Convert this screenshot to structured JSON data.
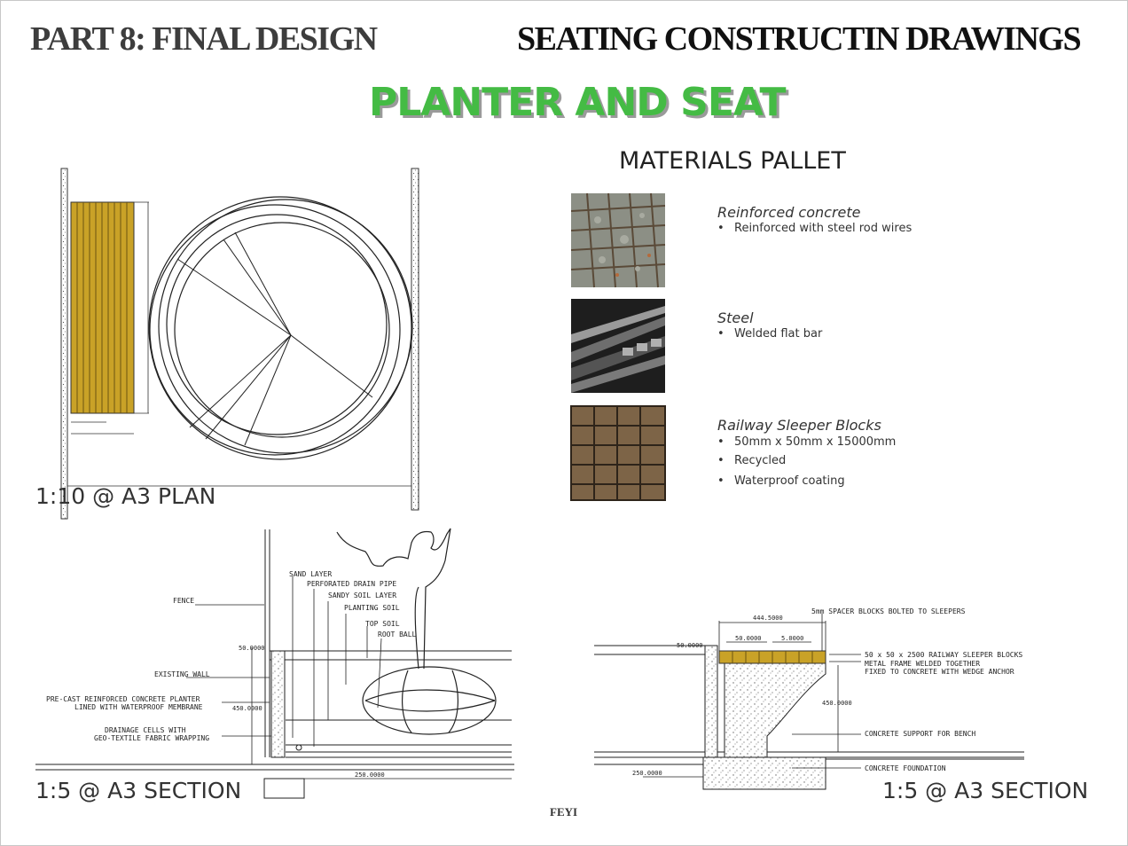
{
  "header": {
    "part": "PART 8: FINAL DESIGN",
    "section": "SEATING CONSTRUCTIN DRAWINGS"
  },
  "title": "PLANTER AND SEAT",
  "materials": {
    "heading": "MATERIALS PALLET",
    "items": [
      {
        "name": "Reinforced concrete",
        "bullets": [
          "Reinforced with steel rod wires"
        ]
      },
      {
        "name": "Steel",
        "bullets": [
          "Welded flat bar"
        ]
      },
      {
        "name": "Railway Sleeper Blocks",
        "bullets": [
          "50mm x 50mm x 15000mm",
          "Recycled",
          "Waterproof coating"
        ]
      }
    ]
  },
  "plan": {
    "scale_label": "1:10 @ A3 PLAN"
  },
  "section_left": {
    "scale_label": "1:5 @ A3 SECTION",
    "labels": {
      "fence": "FENCE",
      "existing_wall": "EXISTING WALL",
      "planter_1": "PRE-CAST REINFORCED CONCRETE PLANTER",
      "planter_2": "LINED WITH WATERPROOF MEMBRANE",
      "drainage_1": "DRAINAGE CELLS WITH",
      "drainage_2": "GEO-TEXTILE FABRIC WRAPPING",
      "sand_layer": "SAND LAYER",
      "drain_pipe": "PERFORATED DRAIN PIPE",
      "sandy_soil": "SANDY SOIL LAYER",
      "planting_soil": "PLANTING SOIL",
      "top_soil": "TOP SOIL",
      "root_ball": "ROOT BALL"
    },
    "dims": {
      "top": "50.0000",
      "height": "450.0000",
      "width": "250.0000"
    }
  },
  "section_right": {
    "scale_label": "1:5 @ A3 SECTION",
    "labels": {
      "spacer": "5mm SPACER BLOCKS BOLTED TO SLEEPERS",
      "sleeper": "50 x 50 x 2500 RAILWAY SLEEPER BLOCKS",
      "frame_1": "METAL FRAME WELDED TOGETHER",
      "frame_2": "FIXED TO CONCRETE WITH  WEDGE ANCHOR",
      "support": "CONCRETE SUPPORT FOR BENCH",
      "foundation": "CONCRETE FOUNDATION"
    },
    "dims": {
      "seat": "444.5000",
      "wall": "50.0000",
      "sleeper": "50.0000",
      "spacer": "5.0000",
      "height": "450.0000",
      "base": "250.0000"
    }
  },
  "footer": "FEYI"
}
